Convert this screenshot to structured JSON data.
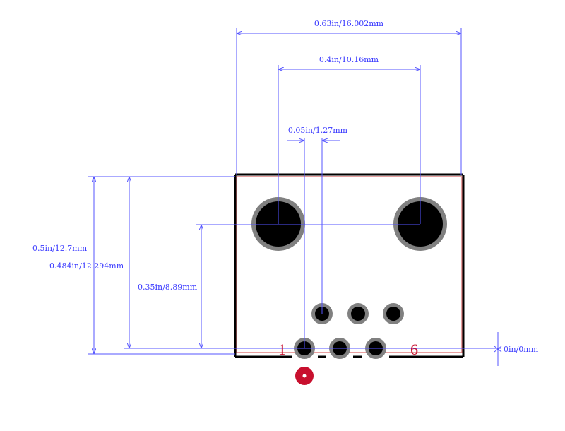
{
  "dimensions": {
    "width_overall": "0.63in/16.002mm",
    "mount_spacing": "0.4in/10.16mm",
    "pin_offset": "0.05in/1.27mm",
    "height_overall": "0.5in/12.7mm",
    "height_body": "0.484in/12.294mm",
    "mount_height": "0.35in/8.89mm",
    "zero": "0in/0mm"
  },
  "pins": {
    "first": "1",
    "last": "6"
  },
  "colors": {
    "dimension": "#5555ff",
    "pin_label": "#c8102e",
    "pad": "#808080",
    "hole": "#000000",
    "outline": "#000000"
  }
}
